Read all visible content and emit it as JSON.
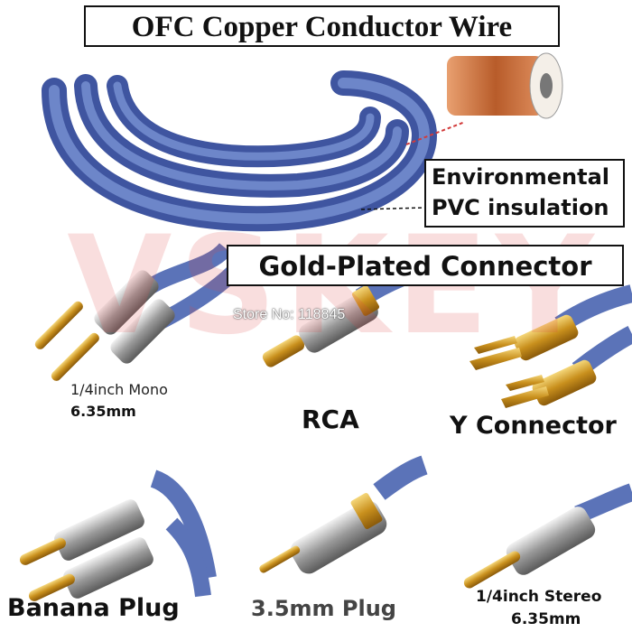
{
  "title": "OFC Copper Conductor Wire",
  "insulation": {
    "line1": "Environmental",
    "line2": "PVC insulation"
  },
  "connector_heading": "Gold-Plated Connector",
  "watermark": "VSKEY",
  "store_label": "Store No: 118845",
  "connectors": {
    "mono": {
      "line1": "1/4inch Mono",
      "line2": "6.35mm"
    },
    "rca": "RCA",
    "y": "Y Connector",
    "banana": "Banana Plug",
    "plug35": "3.5mm Plug",
    "stereo": {
      "line1": "1/4inch Stereo",
      "line2": "6.35mm"
    }
  },
  "colors": {
    "cable_blue": "#5b73b8",
    "gold": "#d9a62c",
    "copper": "#c8743a",
    "callout_red": "#d23b3b"
  }
}
